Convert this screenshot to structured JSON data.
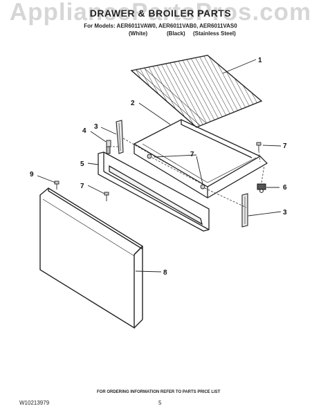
{
  "watermark": "AppliancePartsPros.com",
  "header": {
    "title": "DRAWER & BROILER PARTS",
    "models": "For Models: AER6011VAW0, AER6011VAB0, AER6011VAS0",
    "variants": [
      "(White)",
      "(Black)",
      "(Stainless Steel)"
    ]
  },
  "callouts": {
    "rack": "1",
    "drawer_liner": "2",
    "bracket_left": "3",
    "bracket_right": "3",
    "glide": "4",
    "drawer_front": "5",
    "roller": "6",
    "screw_top_right": "7",
    "screw_middle": "7",
    "screw_right_lower": "7",
    "screw_left_lower": "7",
    "drawer_panel": "8",
    "screw_panel": "9"
  },
  "footer": {
    "info": "FOR ORDERING INFORMATION REFER TO PARTS PRICE LIST",
    "doc_number": "W10213979",
    "page_number": "5"
  }
}
